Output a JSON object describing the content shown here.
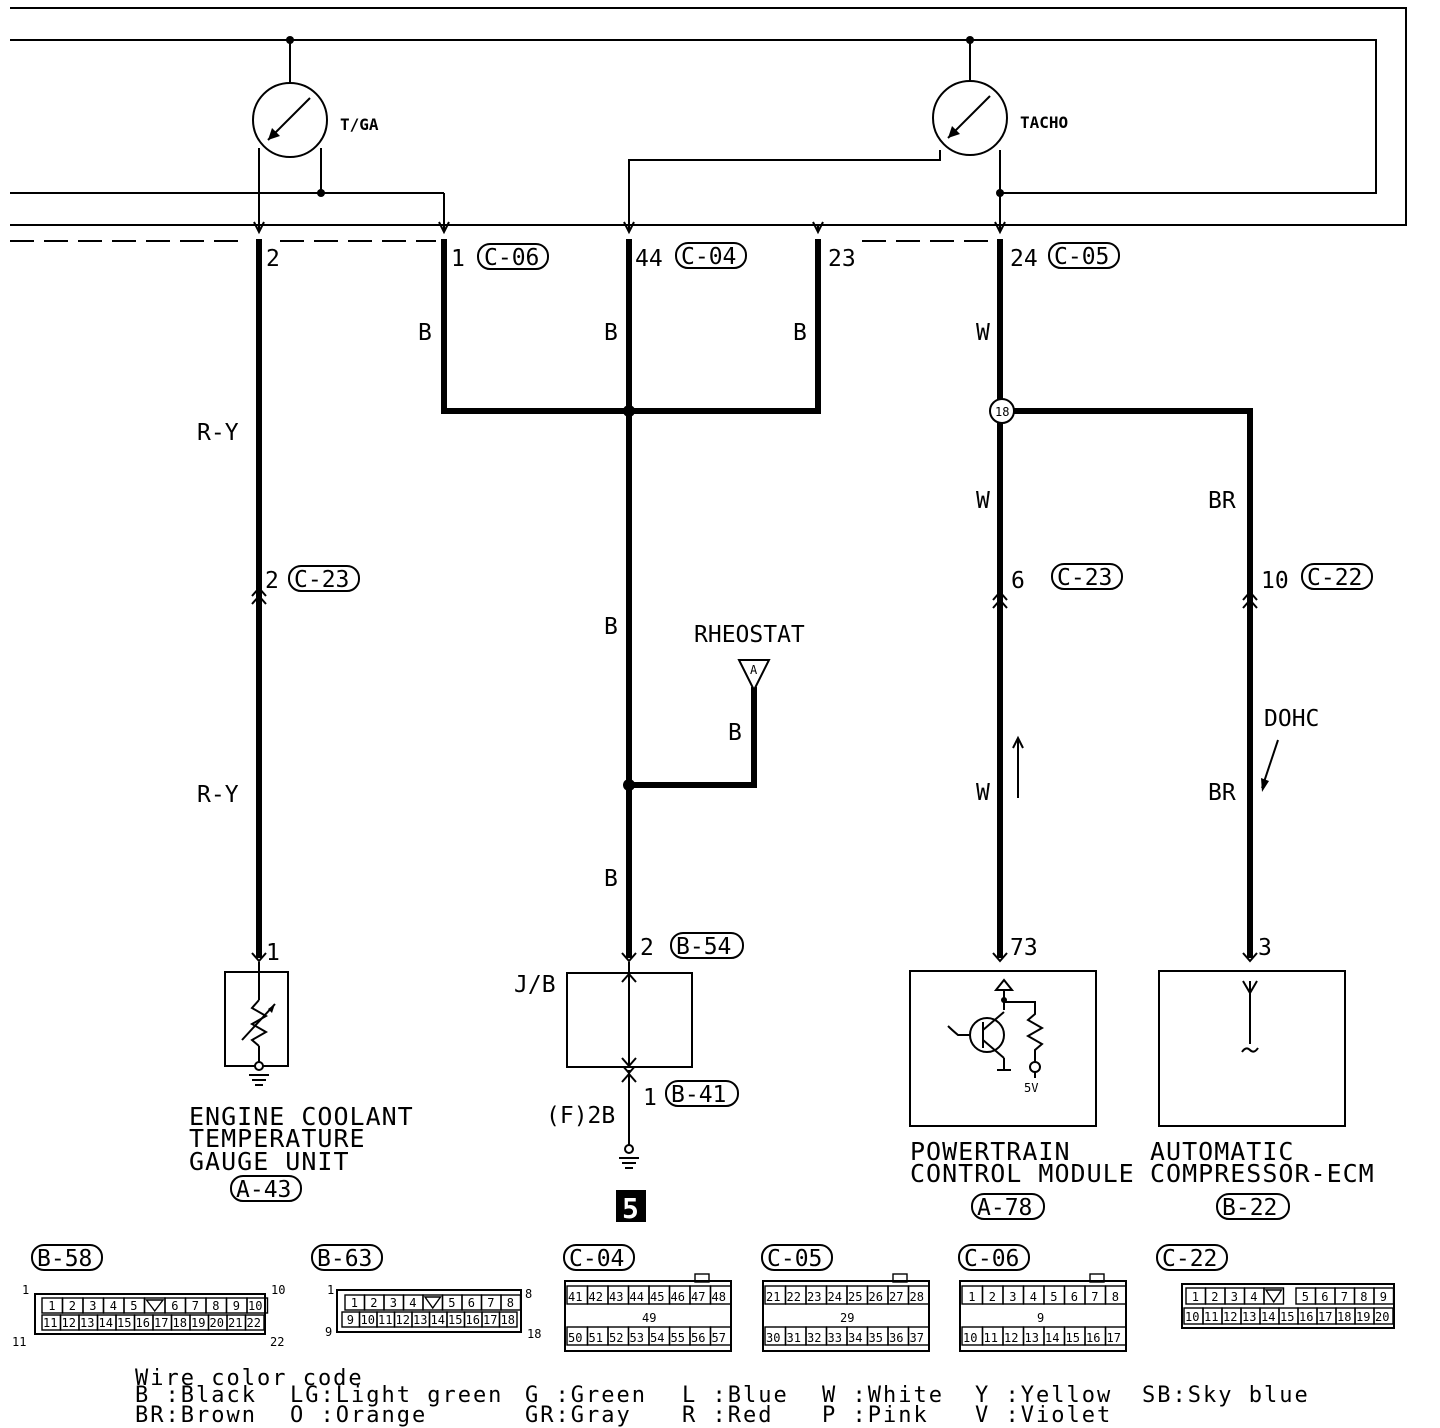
{
  "gauges": {
    "temp": "T/GA",
    "tacho": "TACHO"
  },
  "terminals": {
    "t2": "2",
    "t1_c06": "1",
    "c06": "C-06",
    "t44": "44",
    "c04": "C-04",
    "t23": "23",
    "t24": "24",
    "c05": "C-05"
  },
  "wires": {
    "left_ry1": "R-Y",
    "left_ry2": "R-Y",
    "b1": "B",
    "b2": "B",
    "b3": "B",
    "b4": "B",
    "b5": "B",
    "b6": "B",
    "w1": "W",
    "w2": "W",
    "w3": "W",
    "br1": "BR",
    "br2": "BR"
  },
  "connectors": {
    "pin2": "2",
    "c23_a": "C-23",
    "pin6": "6",
    "c23_b": "C-23",
    "pin10": "10",
    "c22": "C-22",
    "pin2b": "2",
    "b54": "B-54",
    "pin1b": "1",
    "b41": "B-41",
    "pin1": "1",
    "pin73": "73",
    "pin3": "3",
    "splice": "18"
  },
  "labels": {
    "rheostat": "RHEOSTAT",
    "rheostat_tag": "A",
    "jb": "J/B",
    "f2b": "(F)2B",
    "dohc": "DOHC",
    "ground": "5",
    "v5": "5V"
  },
  "components": {
    "ect": [
      "ENGINE COOLANT",
      "TEMPERATURE",
      "GAUGE UNIT"
    ],
    "ect_code": "A-43",
    "pcm": [
      "POWERTRAIN",
      "CONTROL MODULE"
    ],
    "pcm_code": "A-78",
    "acc": [
      "AUTOMATIC",
      "COMPRESSOR-ECM"
    ],
    "acc_code": "B-22"
  },
  "connector_views": {
    "b58": {
      "code": "B-58",
      "corner_tl": "1",
      "corner_tr": "10",
      "corner_bl": "11",
      "corner_br": "22",
      "row1": [
        "1",
        "2",
        "3",
        "4",
        "5",
        "",
        "6",
        "7",
        "8",
        "9",
        "10"
      ],
      "row2": [
        "11",
        "12",
        "13",
        "14",
        "15",
        "16",
        "17",
        "18",
        "19",
        "20",
        "21",
        "22"
      ]
    },
    "b63": {
      "code": "B-63",
      "corner_tl": "1",
      "corner_tr": "8",
      "corner_bl": "9",
      "corner_br": "18",
      "row1": [
        "1",
        "2",
        "3",
        "4",
        "",
        "5",
        "6",
        "7",
        "8"
      ],
      "row2": [
        "9",
        "10",
        "11",
        "12",
        "13",
        "14",
        "15",
        "16",
        "17",
        "18"
      ]
    },
    "c04": {
      "code": "C-04",
      "row1": [
        "41",
        "42",
        "43",
        "44",
        "45",
        "46",
        "47",
        "48"
      ],
      "mid": "49",
      "row2": [
        "50",
        "51",
        "52",
        "53",
        "54",
        "55",
        "56",
        "57"
      ]
    },
    "c05": {
      "code": "C-05",
      "row1": [
        "21",
        "22",
        "23",
        "24",
        "25",
        "26",
        "27",
        "28"
      ],
      "mid": "29",
      "row2": [
        "30",
        "31",
        "32",
        "33",
        "34",
        "35",
        "36",
        "37"
      ]
    },
    "c06": {
      "code": "C-06",
      "row1": [
        "1",
        "2",
        "3",
        "4",
        "5",
        "6",
        "7",
        "8"
      ],
      "mid": "9",
      "row2": [
        "10",
        "11",
        "12",
        "13",
        "14",
        "15",
        "16",
        "17"
      ]
    },
    "c22": {
      "code": "C-22",
      "row1": [
        "1",
        "2",
        "3",
        "4",
        "",
        "5",
        "6",
        "7",
        "8",
        "9"
      ],
      "row2": [
        "10",
        "11",
        "12",
        "13",
        "14",
        "15",
        "16",
        "17",
        "18",
        "19",
        "20"
      ]
    }
  },
  "legend": {
    "title": "Wire color code",
    "r1": [
      "B :Black",
      "LG:Light green",
      "G :Green",
      "L :Blue",
      "W :White",
      "Y :Yellow",
      "SB:Sky blue"
    ],
    "r2": [
      "BR:Brown",
      "O :Orange",
      "GR:Gray",
      "R :Red",
      "P :Pink",
      "V :Violet"
    ]
  }
}
